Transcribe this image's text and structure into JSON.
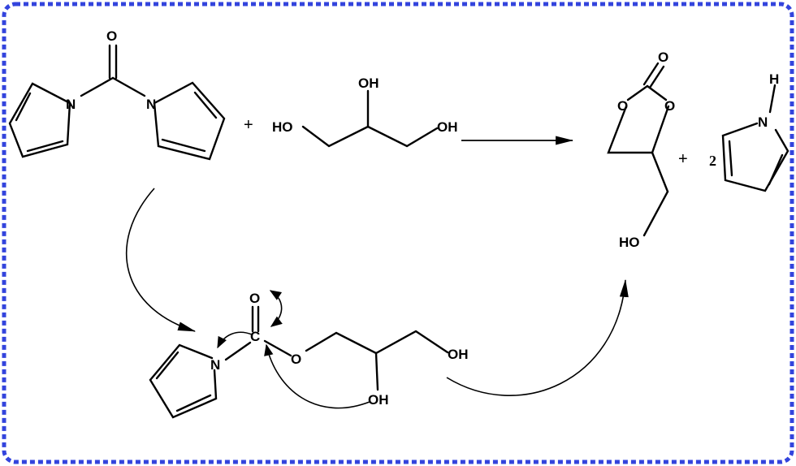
{
  "scheme": {
    "border_color": "#3344dd",
    "reactants": {
      "cdi": {
        "carbonyl_o": "O",
        "n_left": "N",
        "n_right": "N"
      },
      "plus": "+",
      "glycerol": {
        "oh_top": "OH",
        "oh_left": "HO",
        "oh_right": "OH"
      }
    },
    "products": {
      "carbonate": {
        "carbonyl_o": "O",
        "ring_o_left": "O",
        "ring_o_right": "O",
        "oh": "HO"
      },
      "plus": "+",
      "coefficient": "2",
      "pyrrole": {
        "h": "H",
        "n": "N"
      }
    },
    "intermediate": {
      "n": "N",
      "c": "C",
      "carbonyl_o": "O",
      "ester_o": "O",
      "oh_right": "OH",
      "oh_bottom": "OH"
    }
  }
}
